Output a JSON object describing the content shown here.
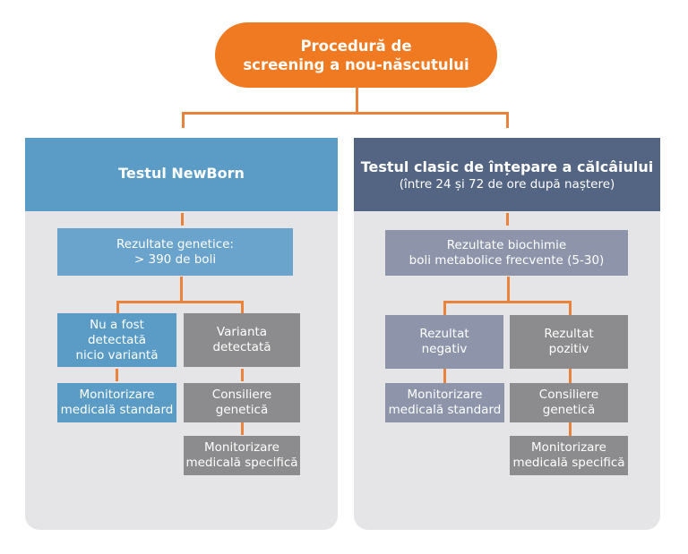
{
  "colors": {
    "accent_orange": "#F07A22",
    "connector_orange": "#E9823A",
    "newborn_blue": "#5A9CC5",
    "classic_slate": "#536582",
    "panel_bg": "#E5E5E8",
    "positive_grey": "#8C8C8E",
    "negative_slate": "#8E95AB"
  },
  "root": {
    "title_line1": "Procedură de",
    "title_line2": "screening a nou-născutului"
  },
  "left_panel": {
    "title": "Testul NewBorn",
    "results": {
      "line1": "Rezultate genetice:",
      "line2": "> 390 de boli"
    },
    "negative": {
      "line1": "Nu a fost",
      "line2": "detectată",
      "line3": "nicio variantă",
      "followup": {
        "line1": "Monitorizare",
        "line2": "medicală standard"
      }
    },
    "positive": {
      "line1": "Varianta",
      "line2": "detectată",
      "counseling": {
        "line1": "Consiliere",
        "line2": "genetică"
      },
      "followup": {
        "line1": "Monitorizare",
        "line2": "medicală specifică"
      }
    }
  },
  "right_panel": {
    "title": "Testul clasic de înțepare a călcâiului",
    "subtitle": "(între 24 și 72 de ore după naștere)",
    "results": {
      "line1": "Rezultate biochimie",
      "line2": "boli metabolice frecvente (5-30)"
    },
    "negative": {
      "line1": "Rezultat",
      "line2": "negativ",
      "followup": {
        "line1": "Monitorizare",
        "line2": "medicală standard"
      }
    },
    "positive": {
      "line1": "Rezultat",
      "line2": "pozitiv",
      "counseling": {
        "line1": "Consiliere",
        "line2": "genetică"
      },
      "followup": {
        "line1": "Monitorizare",
        "line2": "medicală specifică"
      }
    }
  }
}
